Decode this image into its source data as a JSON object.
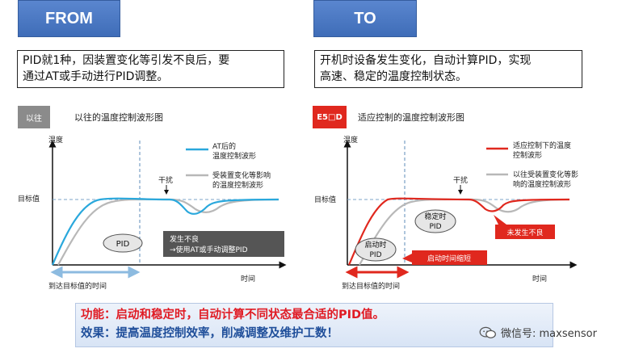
{
  "header": {
    "from": "FROM",
    "to": "TO"
  },
  "left_box": {
    "line1": "PID就1种，因装置变化等引发不良后，要",
    "line2": "通过AT或手动进行PID调整。"
  },
  "right_box": {
    "line1": "开机时设备发生变化，自动计算PID，实现",
    "line2": "高速、稳定的温度控制状态。"
  },
  "left_chart": {
    "tag": "以往",
    "title": "以往的温度控制波形图",
    "y_axis_label": "温度",
    "x_axis_label": "时间",
    "target_label": "目标值",
    "legend_at_line1": "AT后的",
    "legend_at_line2": "温度控制波形",
    "legend_change_line1": "受装置变化等影响",
    "legend_change_line2": "的温度控制波形",
    "disturbance_label": "干扰",
    "pid_label": "PID",
    "failure_line1": "发生不良",
    "failure_line2": "→使用AT或手动调整PID",
    "reach_label": "到达目标值的时间",
    "colors": {
      "series_at": "#2aa8dc",
      "series_change": "#b8b8b8",
      "failure_box": "#555555"
    }
  },
  "right_chart": {
    "tag": "E5□D",
    "title": "适应控制的温度控制波形图",
    "y_axis_label": "温度",
    "x_axis_label": "时间",
    "target_label": "目标值",
    "legend_adaptive_line1": "适应控制下的温度",
    "legend_adaptive_line2": "控制波形",
    "legend_old_line1": "以往受装置变化等影",
    "legend_old_line2": "响的温度控制波形",
    "disturbance_label": "干扰",
    "stable_pid_line1": "稳定时",
    "stable_pid_line2": "PID",
    "startup_pid_line1": "启动时",
    "startup_pid_line2": "PID",
    "no_failure_label": "未发生不良",
    "startup_shortened_label": "启动时间缩短",
    "reach_label": "到达目标值的时间",
    "colors": {
      "series_adaptive": "#e0281e",
      "series_old": "#b8b8b8",
      "callout": "#e0281e"
    }
  },
  "bottom": {
    "function_line": "功能：启动和稳定时，自动计算不同状态最合适的PID值。",
    "effect_line": "效果：提高温度控制效率，削减调整及维护工数！"
  },
  "watermark": {
    "text": "微信号: maxsensor",
    "icon": "wechat-icon"
  }
}
